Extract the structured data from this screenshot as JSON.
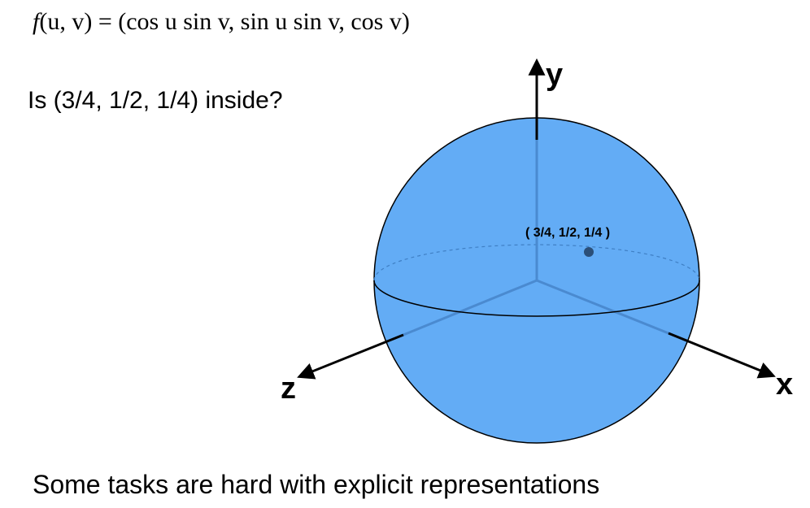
{
  "formula": {
    "func": "f",
    "args": "(u, v)",
    "equals": " = ",
    "rhs": "(cos u sin v, sin u sin v, cos v)"
  },
  "question": "Is (3/4, 1/2, 1/4) inside?",
  "point_label": "( 3/4, 1/2, 1/4 )",
  "axes": {
    "x": "x",
    "y": "y",
    "z": "z"
  },
  "caption": "Some tasks are hard with explicit representations",
  "colors": {
    "sphere_fill": "#63acf5",
    "axis_inside": "#4a8ad0",
    "point": "#2b4f78",
    "outline": "#000000"
  }
}
